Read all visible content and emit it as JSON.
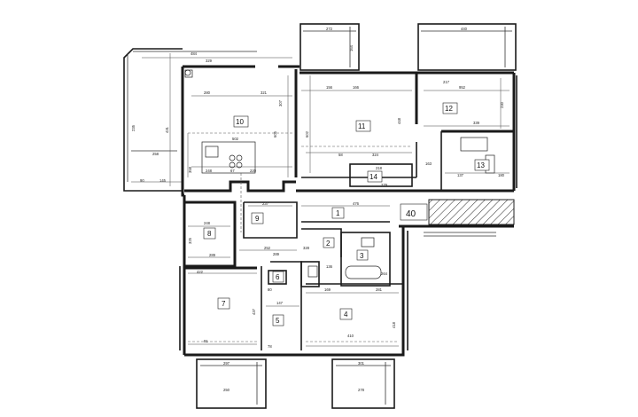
{
  "rooms": [
    {
      "id": "r1",
      "label": "1"
    },
    {
      "id": "r2",
      "label": "2"
    },
    {
      "id": "r3",
      "label": "3"
    },
    {
      "id": "r4",
      "label": "4"
    },
    {
      "id": "r5",
      "label": "5"
    },
    {
      "id": "r6",
      "label": "6"
    },
    {
      "id": "r7",
      "label": "7"
    },
    {
      "id": "r8",
      "label": "8"
    },
    {
      "id": "r9",
      "label": "9"
    },
    {
      "id": "r10",
      "label": "10"
    },
    {
      "id": "r11",
      "label": "11"
    },
    {
      "id": "r12",
      "label": "12"
    },
    {
      "id": "r13",
      "label": "13"
    },
    {
      "id": "r14",
      "label": "14"
    }
  ],
  "stair_label": "40",
  "dimensions": {
    "balcony_top_left": "272",
    "balcony_top_left_side": "164",
    "balcony_top_right": "440",
    "top_total": "484",
    "top_seg": "329",
    "left_side": "235",
    "left_side2": "431",
    "left_low": "258",
    "left_bottom_a": "90",
    "left_bottom_b": "145",
    "r10_width": "280",
    "r10_width2": "321",
    "r10_height": "307",
    "r10_inner": "502",
    "r10_side": "605",
    "r10_lower": "248",
    "r10_lower2": "67",
    "r10_lower3": "220",
    "r10_h": "358",
    "r11_a": "156",
    "r11_b": "166",
    "r11_h": "602",
    "r11_c": "58",
    "r11_d": "324",
    "r11_e": "448",
    "r12_a": "217",
    "r12_b": "952",
    "r12_c": "230",
    "r12_d": "339",
    "r13_a": "163",
    "r13_b": "137",
    "r13_c": "180",
    "r14_a": "218",
    "r14_b": "279",
    "r1_a": "476",
    "r9_a": "237",
    "r8_a": "248",
    "r8_b": "289",
    "r8_c": "325",
    "r2_a": "252",
    "r2_b": "289",
    "r2_c": "328",
    "r3_a": "136",
    "r3_b": "264",
    "r7_a": "422",
    "r7_b": "437",
    "r7_c": "81",
    "r5_a": "147",
    "r4_a": "169",
    "r4_b": "281",
    "r4_c": "410",
    "r4_d": "418",
    "balcony_bottom_left": "297",
    "balcony_bottom_left2": "250",
    "balcony_bottom_right": "301",
    "balcony_bottom_right2": "278",
    "r6_a": "80",
    "r6_b": "78"
  }
}
